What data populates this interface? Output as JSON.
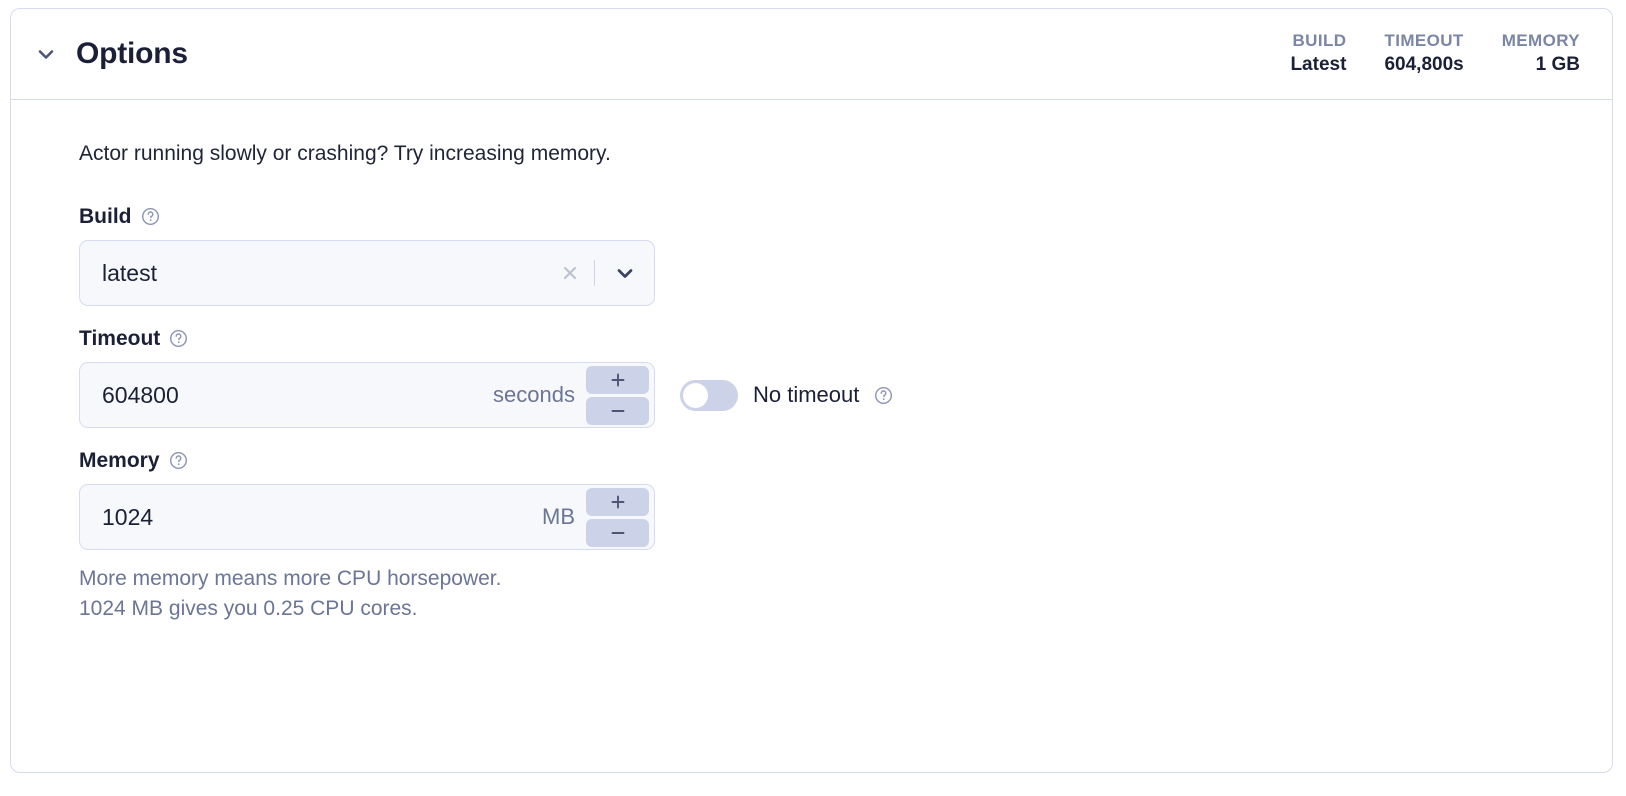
{
  "card": {
    "title": "Options",
    "collapse_icon": "chevron-down-icon",
    "stats": [
      {
        "label": "BUILD",
        "value": "Latest"
      },
      {
        "label": "TIMEOUT",
        "value": "604,800s"
      },
      {
        "label": "MEMORY",
        "value": "1 GB"
      }
    ],
    "intro_text": "Actor running slowly or crashing? Try increasing memory."
  },
  "build": {
    "label": "Build",
    "help_icon": "help-circle-icon",
    "value": "latest",
    "clear_icon": "close-icon",
    "caret_icon": "chevron-down-icon"
  },
  "timeout": {
    "label": "Timeout",
    "help_icon": "help-circle-icon",
    "value": "604800",
    "unit": "seconds",
    "increment_icon": "plus-icon",
    "decrement_icon": "minus-icon",
    "no_timeout_label": "No timeout",
    "no_timeout_help_icon": "help-circle-icon",
    "no_timeout_enabled": false
  },
  "memory": {
    "label": "Memory",
    "help_icon": "help-circle-icon",
    "value": "1024",
    "unit": "MB",
    "increment_icon": "plus-icon",
    "decrement_icon": "minus-icon",
    "helper_line_1": "More memory means more CPU horsepower.",
    "helper_line_2": "1024 MB gives you 0.25 CPU cores."
  },
  "colors": {
    "border": "#d6dbef",
    "field_bg": "#f7f8fc",
    "accent_lavender": "#ccd2e8",
    "muted_text": "#6b7595",
    "strong_text": "#1b2036",
    "stat_label": "#7b85a6"
  }
}
